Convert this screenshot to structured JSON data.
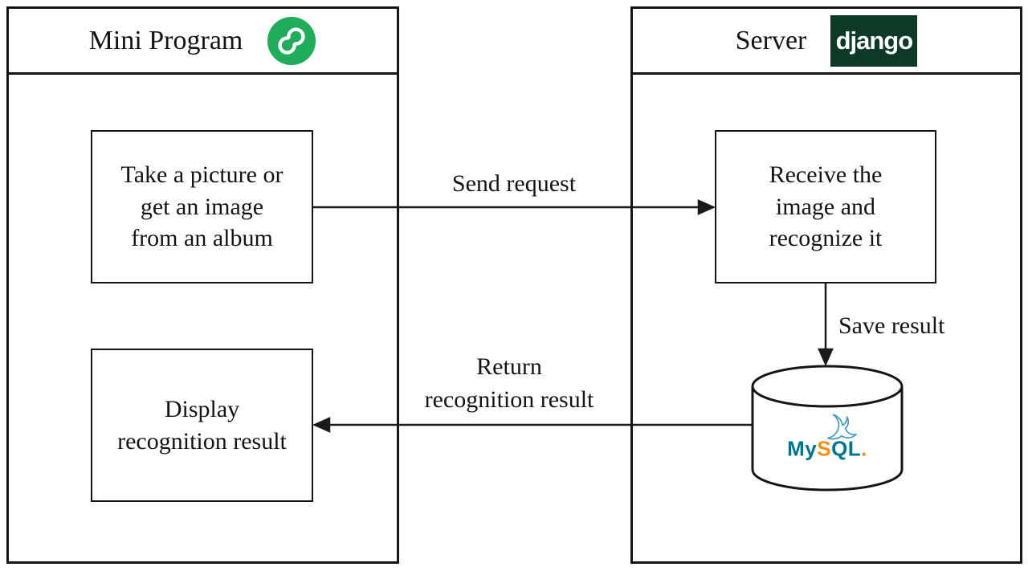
{
  "diagram": {
    "panels": {
      "mini_program": {
        "title": "Mini Program"
      },
      "server": {
        "title": "Server"
      }
    },
    "nodes": {
      "capture": {
        "label": "Take a picture or\nget an image\nfrom an album"
      },
      "receive": {
        "label": "Receive the\nimage and\nrecognize it"
      },
      "display": {
        "label": "Display\nrecognition result"
      }
    },
    "arrows": {
      "send_request": {
        "label": "Send request"
      },
      "save_result": {
        "label": "Save result"
      },
      "return_result": {
        "label": "Return\nrecognition result"
      }
    },
    "logos": {
      "wechat_mini_program": {
        "icon": "wechat-mini-program-icon",
        "color": "#1fac5b"
      },
      "django": {
        "text": "django",
        "background": "#0d3a27",
        "text_color": "#ffffff"
      },
      "mysql": {
        "text_my": "My",
        "text_s": "S",
        "text_ql": "QL",
        "text_dot": ".",
        "teal": "#00758f",
        "orange": "#f29111",
        "dolphin_color": "#3e9dc2"
      }
    }
  }
}
